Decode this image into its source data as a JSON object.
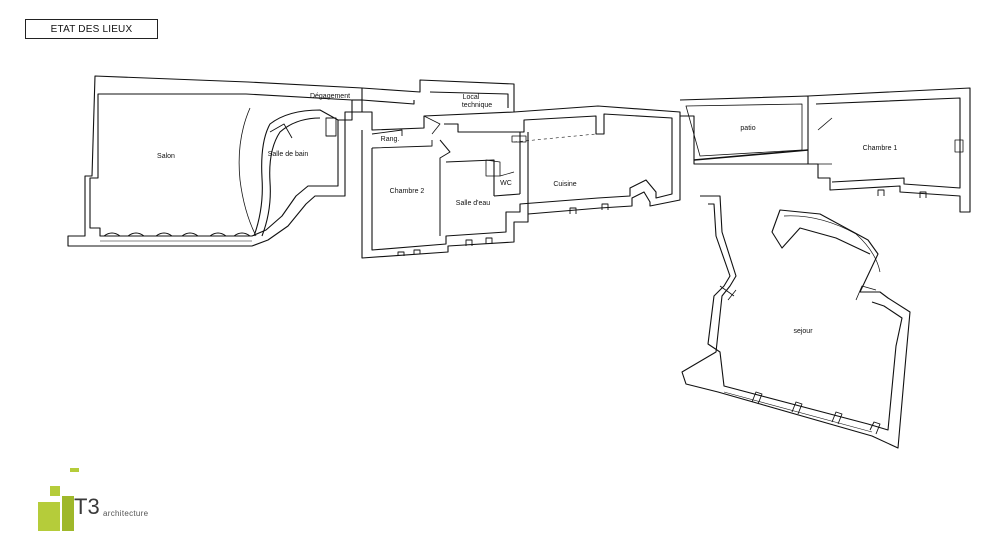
{
  "header": {
    "title": "ETAT DES LIEUX"
  },
  "rooms": {
    "salon": "Salon",
    "salle_de_bain": "Salle de bain",
    "degagement": "Dégagement",
    "local_technique_1": "Local",
    "local_technique_2": "technique",
    "rangement": "Rang.",
    "chambre_2": "Chambre 2",
    "salle_deau": "Salle d'eau",
    "wc": "WC",
    "cuisine": "Cuisine",
    "patio": "patio",
    "chambre_1": "Chambre 1",
    "sejour": "sejour"
  },
  "logo": {
    "brand": "T3",
    "subtitle": "architecture",
    "accent_color": "#b5cc3a",
    "text_color": "#3a3a3a"
  },
  "colors": {
    "wall": "#111111",
    "wall_fill": "#ffffff"
  }
}
